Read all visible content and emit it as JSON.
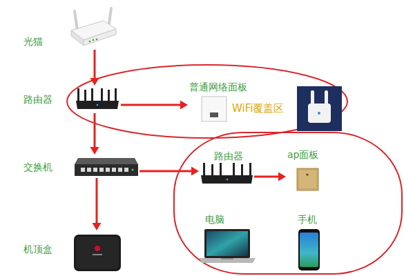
{
  "diagram": {
    "nodes": [
      {
        "text": [
          "光猫"
        ]
      },
      {
        "text": [
          "路由器"
        ]
      },
      {
        "text": [
          "交换机"
        ]
      },
      {
        "text": [
          "机顶盒"
        ]
      },
      {
        "text": [
          "普通网络面板"
        ]
      },
      {
        "text": [
          "路由器"
        ]
      },
      {
        "text": [
          "ap面板"
        ]
      },
      {
        "text": [
          "电脑"
        ]
      },
      {
        "text": [
          "手机"
        ]
      }
    ],
    "edges": [
      {
        "from": 0,
        "to": 1,
        "arrow": "to"
      },
      {
        "from": 1,
        "to": 2,
        "arrow": "to"
      },
      {
        "from": 2,
        "to": 3,
        "arrow": "to"
      },
      {
        "from": 1,
        "to": 4,
        "arrow": "to"
      },
      {
        "from": 2,
        "to": 5,
        "arrow": "to"
      },
      {
        "from": 5,
        "to": 6,
        "arrow": "to"
      }
    ],
    "labels": [
      "WiFi覆盖区"
    ]
  }
}
